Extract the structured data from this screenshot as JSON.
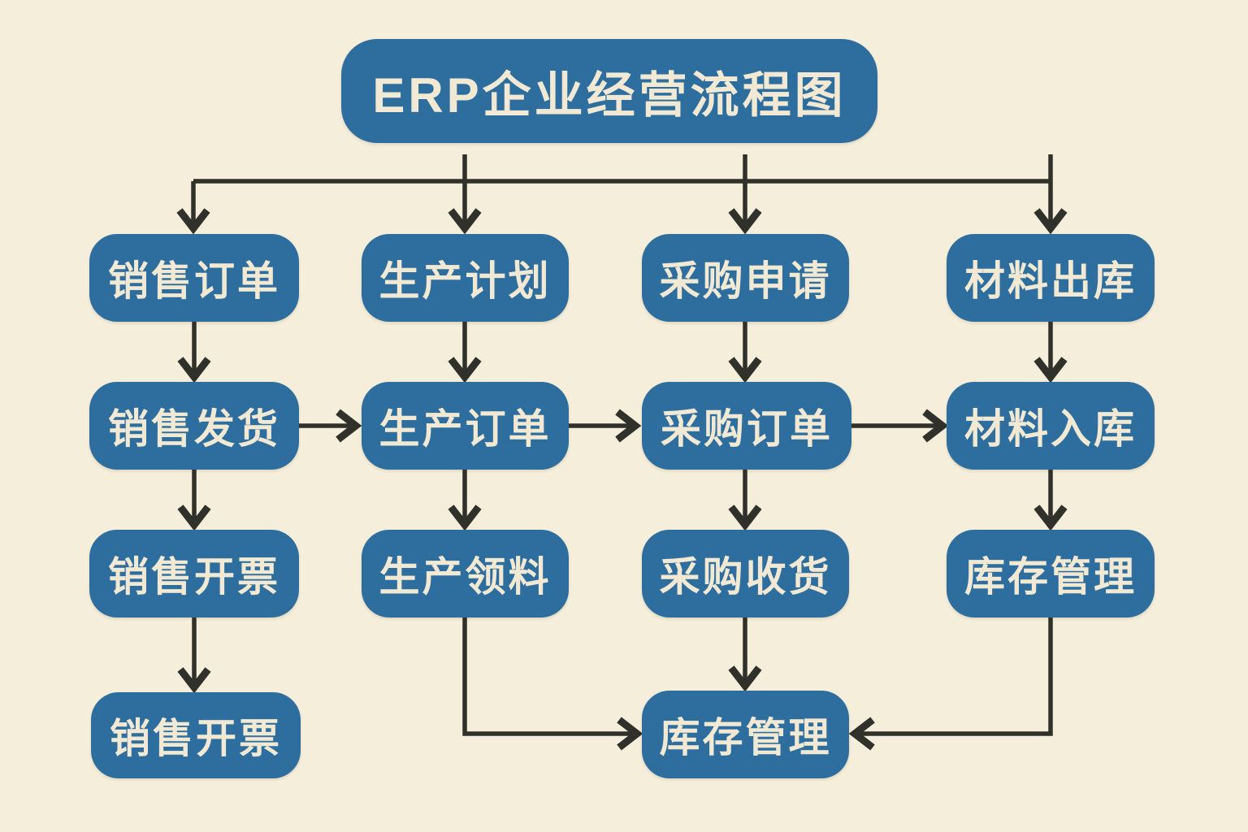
{
  "diagram": {
    "kind": "flowchart",
    "language": "zh-CN"
  },
  "colors": {
    "bg": "#f5eeda",
    "node": "#2e6e9e",
    "ink": "#f1e9d3",
    "line": "#31312b"
  },
  "nodes": {
    "title": "ERP企业经营流程图",
    "sales_order": "销售订单",
    "production_plan": "生产计划",
    "purchase_request": "采购申请",
    "material_issue": "材料出库",
    "sales_delivery": "销售发货",
    "production_order": "生产订单",
    "purchase_order": "采购订单",
    "material_inbound": "材料入库",
    "sales_invoice": "销售开票",
    "production_picking": "生产领料",
    "purchase_receiving": "采购收货",
    "inventory_mgmt_right": "库存管理",
    "sales_invoice_2": "销售开票",
    "inventory_mgmt_sink": "库存管理"
  },
  "edges": [
    {
      "from": "title",
      "to": "sales_order"
    },
    {
      "from": "title",
      "to": "production_plan"
    },
    {
      "from": "title",
      "to": "purchase_request"
    },
    {
      "from": "title",
      "to": "material_issue"
    },
    {
      "from": "sales_order",
      "to": "sales_delivery"
    },
    {
      "from": "production_plan",
      "to": "production_order"
    },
    {
      "from": "purchase_request",
      "to": "purchase_order"
    },
    {
      "from": "material_issue",
      "to": "material_inbound"
    },
    {
      "from": "sales_delivery",
      "to": "production_order"
    },
    {
      "from": "production_order",
      "to": "purchase_order"
    },
    {
      "from": "purchase_order",
      "to": "material_inbound"
    },
    {
      "from": "sales_delivery",
      "to": "sales_invoice"
    },
    {
      "from": "production_order",
      "to": "production_picking"
    },
    {
      "from": "purchase_order",
      "to": "purchase_receiving"
    },
    {
      "from": "material_inbound",
      "to": "inventory_mgmt_right"
    },
    {
      "from": "sales_invoice",
      "to": "sales_invoice_2"
    },
    {
      "from": "production_picking",
      "to": "inventory_mgmt_sink"
    },
    {
      "from": "purchase_receiving",
      "to": "inventory_mgmt_sink"
    },
    {
      "from": "inventory_mgmt_right",
      "to": "inventory_mgmt_sink"
    }
  ]
}
